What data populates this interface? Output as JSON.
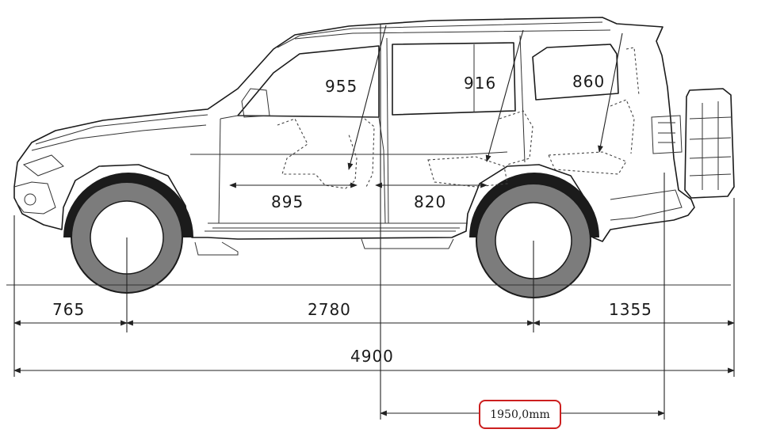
{
  "seat_dimensions": {
    "row1_headroom": "955",
    "row2_headroom": "916",
    "row3_headroom": "860",
    "row1_legroom": "895",
    "row2_legroom": "820"
  },
  "length_dimensions": {
    "front_overhang": "765",
    "wheelbase": "2780",
    "rear_overhang": "1355",
    "overall_length": "4900"
  },
  "callout": {
    "label": "1950,0mm",
    "color": "#cc1f1f"
  }
}
